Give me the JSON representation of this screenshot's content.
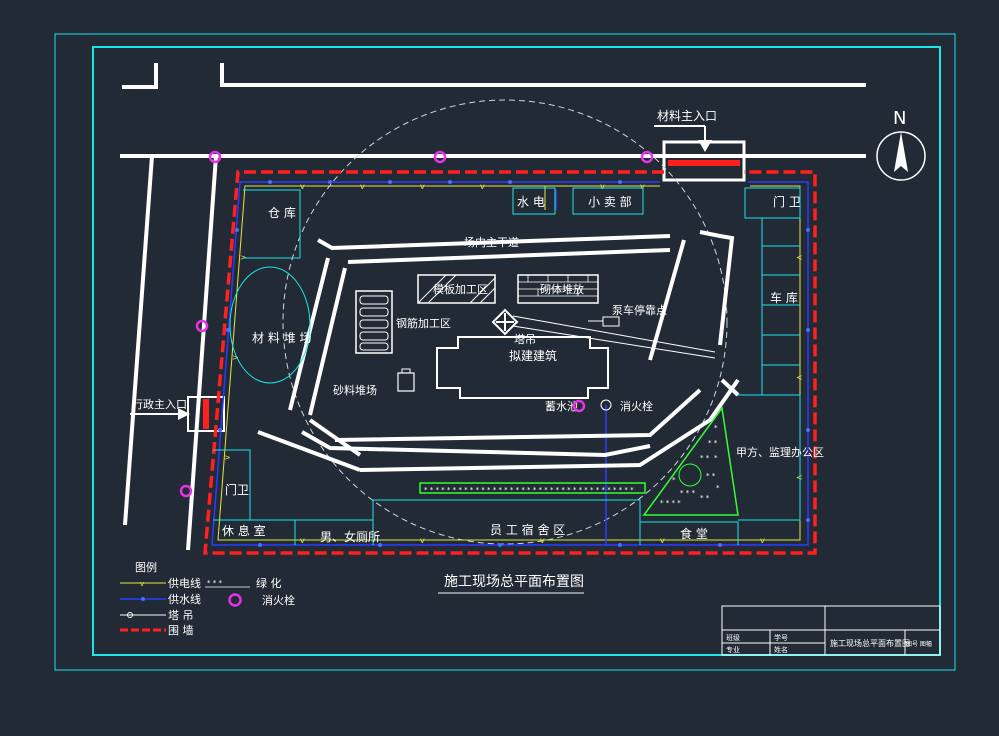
{
  "drawing": {
    "title": "施工现场总平面布置图",
    "north": "N",
    "entrances": {
      "material_main": "材料主入口",
      "admin_main": "行政主入口"
    },
    "zones": {
      "warehouse": "仓 库",
      "water_power": "水 电",
      "shop": "小 卖 部",
      "gate_top_right": "门 卫",
      "garage": "车 库",
      "field_main_road": "场内主干道",
      "formwork": "模板加工区",
      "masonry": "砌体堆放",
      "pump_truck": "泵车停靠点",
      "material_yard": "材 料 堆 场",
      "rebar": "钢筋加工区",
      "tower_crane": "塔吊",
      "proposed_building": "拟建建筑",
      "sand_yard": "砂料堆场",
      "reservoir": "蓄水池",
      "hydrant_label": "消火栓",
      "office": "甲方、监理办公区",
      "gate_bottom_left": "门卫",
      "restroom": "休 息 室",
      "toilet": "男、女厕所",
      "dorm": "员 工 宿 舍 区",
      "canteen": "食 堂"
    },
    "legend": {
      "title": "图例",
      "power_line": "供电线",
      "water_line": "供水线",
      "crane": "塔  吊",
      "wall": "围  墙",
      "greening": "绿  化",
      "hydrant": "消火栓"
    },
    "title_block": {
      "cells": [
        "班级",
        "学号",
        "专业",
        "姓名"
      ],
      "drawing_name": "施工现场总平面布置图",
      "sheet_info": "图号  图幅"
    },
    "colors": {
      "background": "#222a35",
      "frame": "#19e6e6",
      "road": "#ffffff",
      "wall": "#ff2020",
      "power": "#e6e640",
      "water": "#2a3cff",
      "hydrant": "#e633e6",
      "green": "#33ff33"
    }
  }
}
